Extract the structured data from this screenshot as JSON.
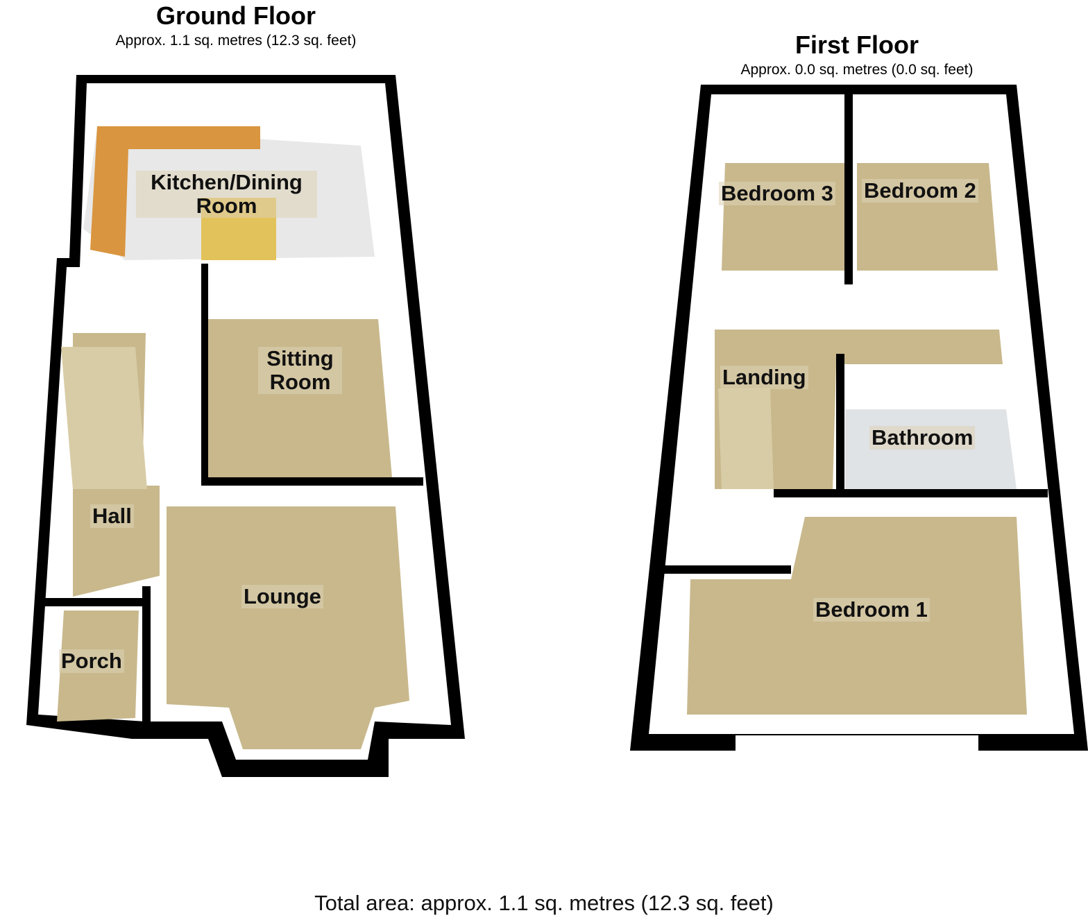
{
  "ground_floor": {
    "title": "Ground Floor",
    "area": "Approx. 1.1 sq. metres (12.3 sq. feet)",
    "rooms": [
      "Kitchen/Dining Room",
      "Sitting Room",
      "Hall",
      "Lounge",
      "Porch"
    ]
  },
  "first_floor": {
    "title": "First Floor",
    "area": "Approx. 0.0 sq. metres (0.0 sq. feet)",
    "rooms": [
      "Bedroom 3",
      "Bedroom 2",
      "Landing",
      "Bathroom",
      "Bedroom 1"
    ]
  },
  "total_area": "Total area: approx. 1.1 sq. metres (12.3 sq. feet)",
  "colors": {
    "floor": "#c8b88c",
    "wall": "#000000",
    "tile": "#e6e6e6",
    "kitchen": "#d9953f"
  }
}
